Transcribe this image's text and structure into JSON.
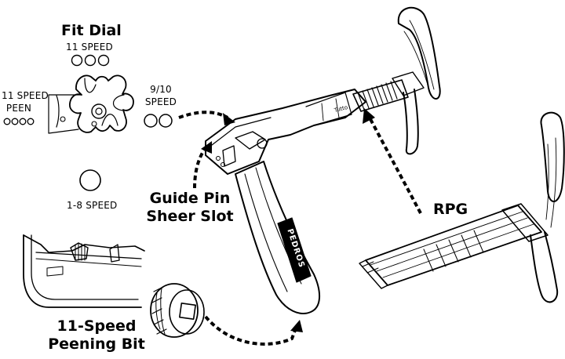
{
  "fit_dial": {
    "title": "Fit Dial",
    "speed_11": "11 SPEED",
    "peen_line1": "11 SPEED",
    "peen_line2": "PEEN",
    "speed_910_line1": "9/10",
    "speed_910_line2": "SPEED",
    "speed_18": "1-8 SPEED"
  },
  "tool": {
    "brand_handle": "PEDROS",
    "brand_small": "Tutto"
  },
  "callouts": {
    "guide_pin_line1": "Guide Pin",
    "guide_pin_line2": "Sheer Slot",
    "rpg": "RPG",
    "peening_line1": "11-Speed",
    "peening_line2": "Peening Bit"
  }
}
